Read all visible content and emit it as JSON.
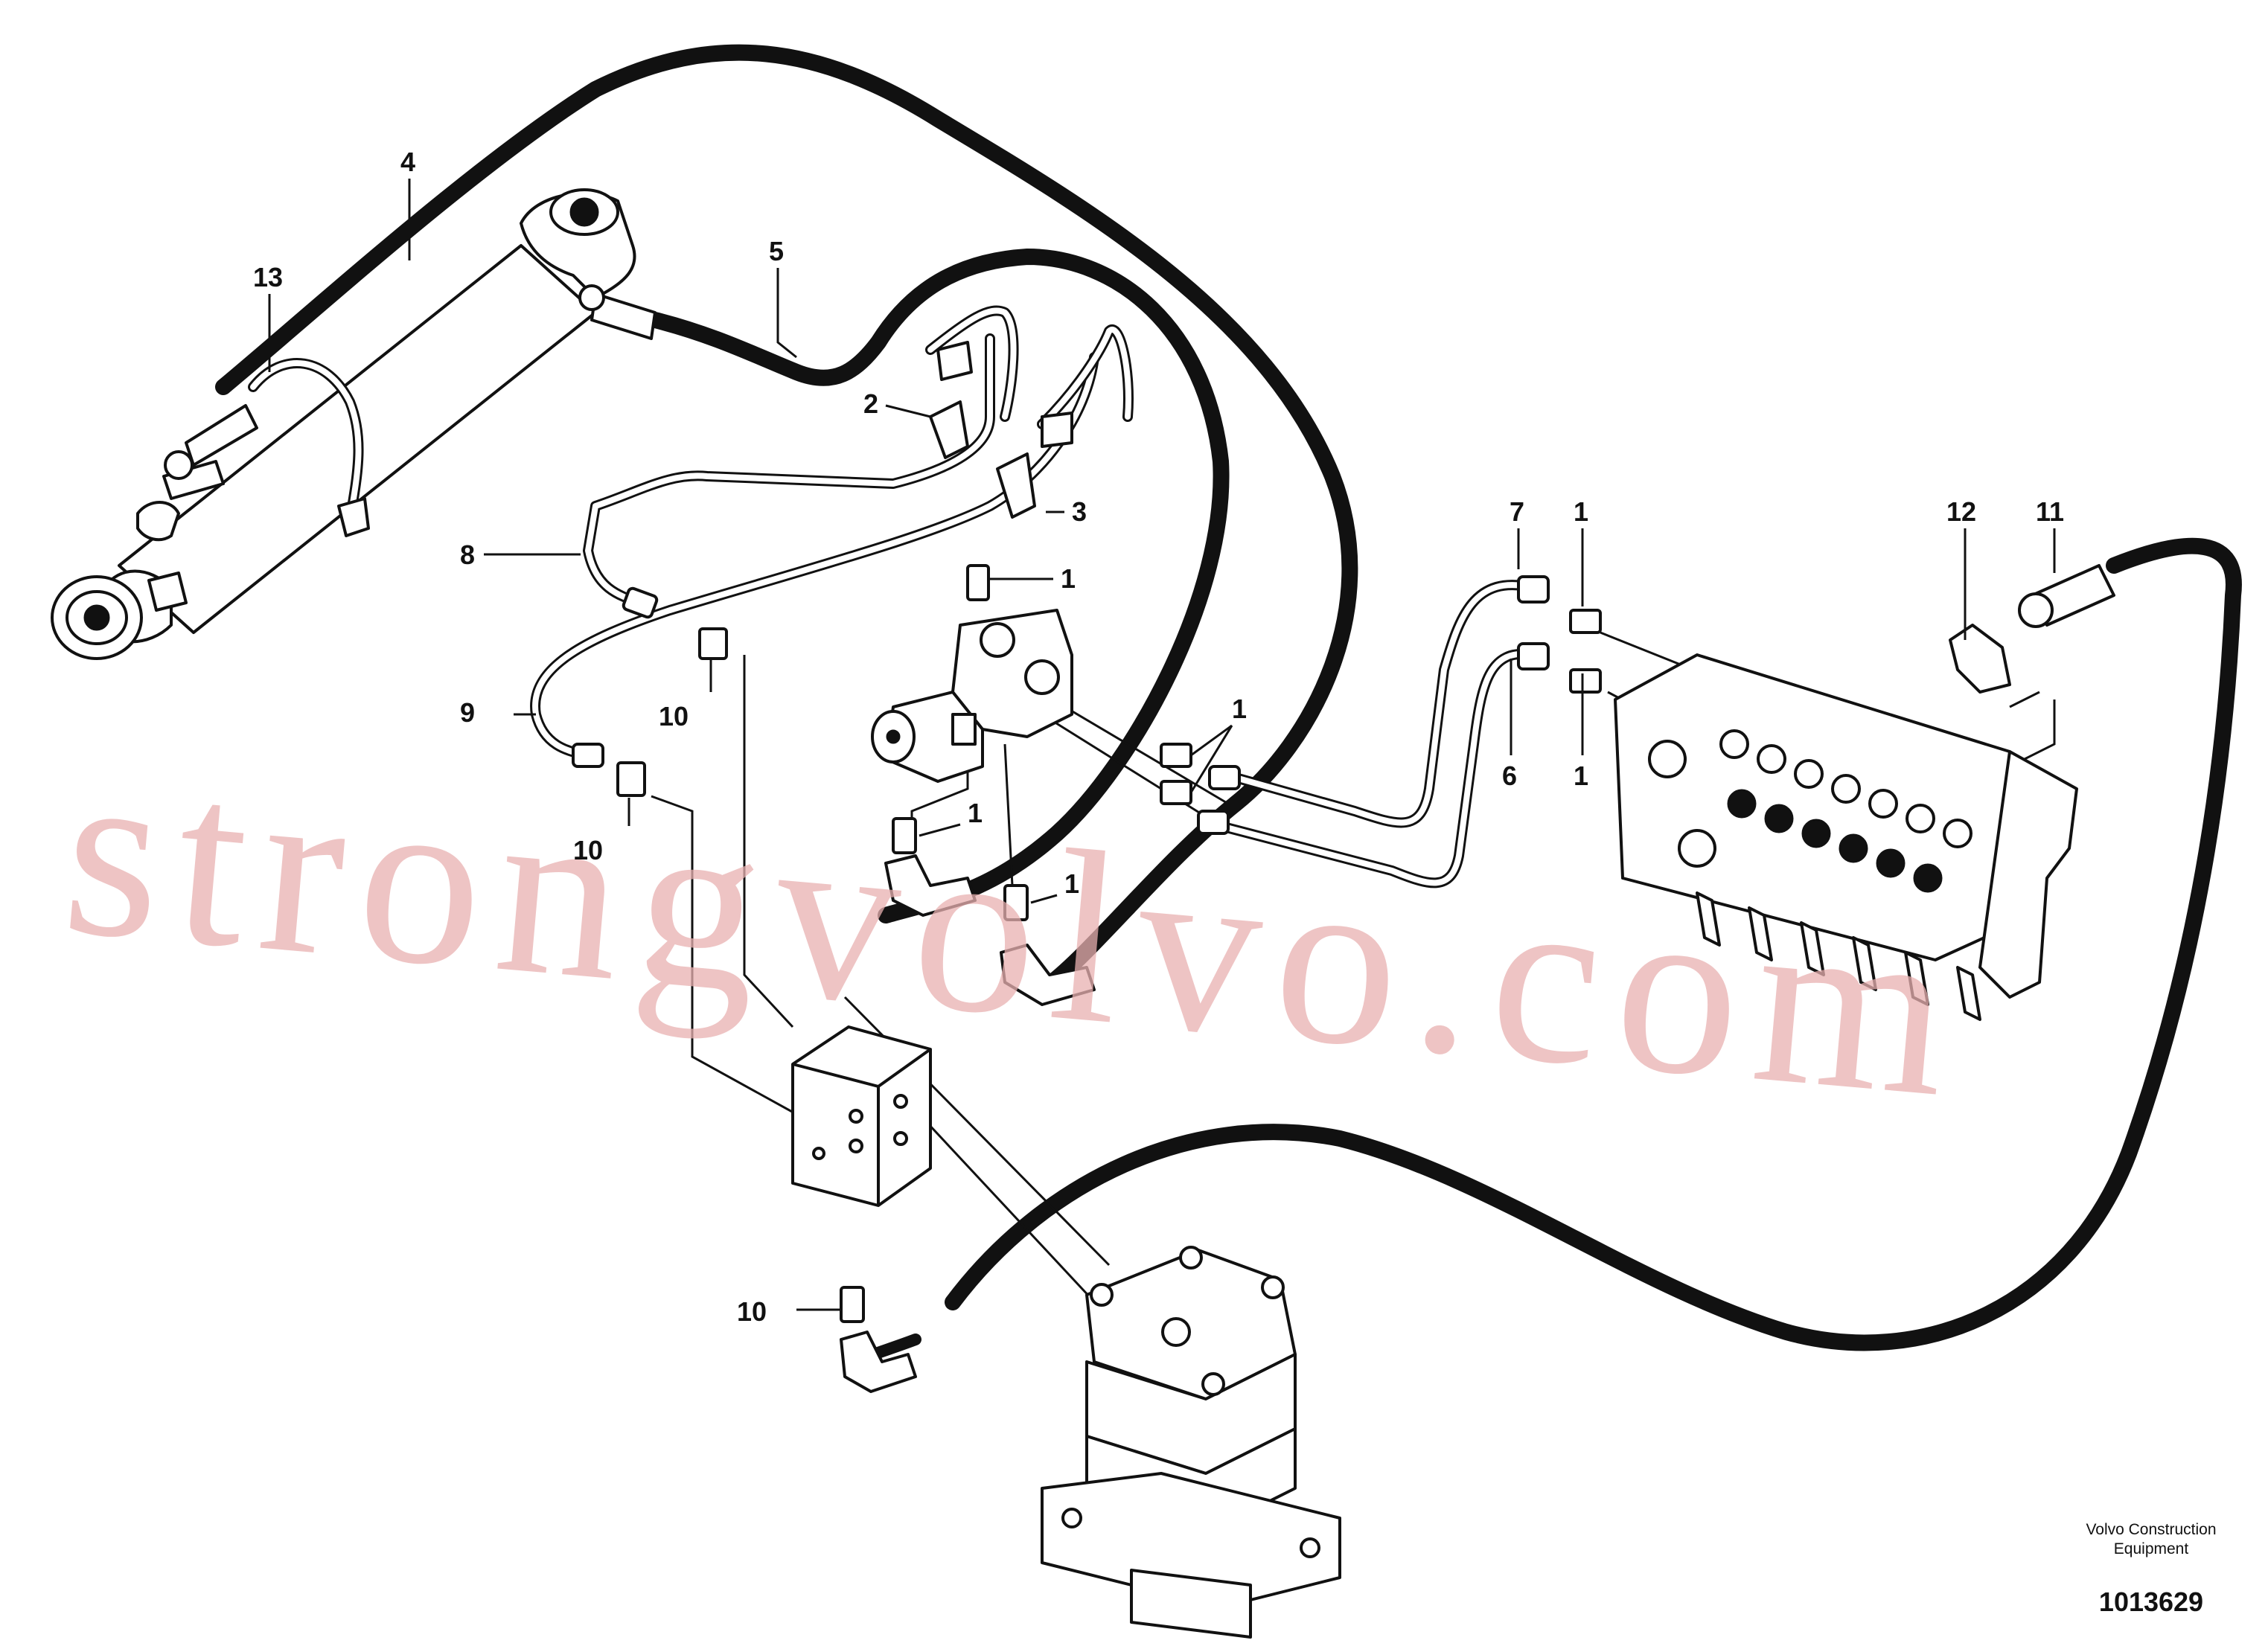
{
  "watermark": "strongvolvo.com",
  "manufacturer_line1": "Volvo Construction",
  "manufacturer_line2": "Equipment",
  "drawing_number": "1013629",
  "callouts": [
    {
      "id": "c4",
      "label": "4"
    },
    {
      "id": "c13",
      "label": "13"
    },
    {
      "id": "c5",
      "label": "5"
    },
    {
      "id": "c2",
      "label": "2"
    },
    {
      "id": "c3",
      "label": "3"
    },
    {
      "id": "c8",
      "label": "8"
    },
    {
      "id": "c1a",
      "label": "1"
    },
    {
      "id": "c10a",
      "label": "10"
    },
    {
      "id": "c9",
      "label": "9"
    },
    {
      "id": "c10b",
      "label": "10"
    },
    {
      "id": "c1b",
      "label": "1"
    },
    {
      "id": "c1c",
      "label": "1"
    },
    {
      "id": "c1d",
      "label": "1"
    },
    {
      "id": "c7",
      "label": "7"
    },
    {
      "id": "c1e",
      "label": "1"
    },
    {
      "id": "c6",
      "label": "6"
    },
    {
      "id": "c1f",
      "label": "1"
    },
    {
      "id": "c12",
      "label": "12"
    },
    {
      "id": "c11",
      "label": "11"
    },
    {
      "id": "c10c",
      "label": "10"
    }
  ]
}
